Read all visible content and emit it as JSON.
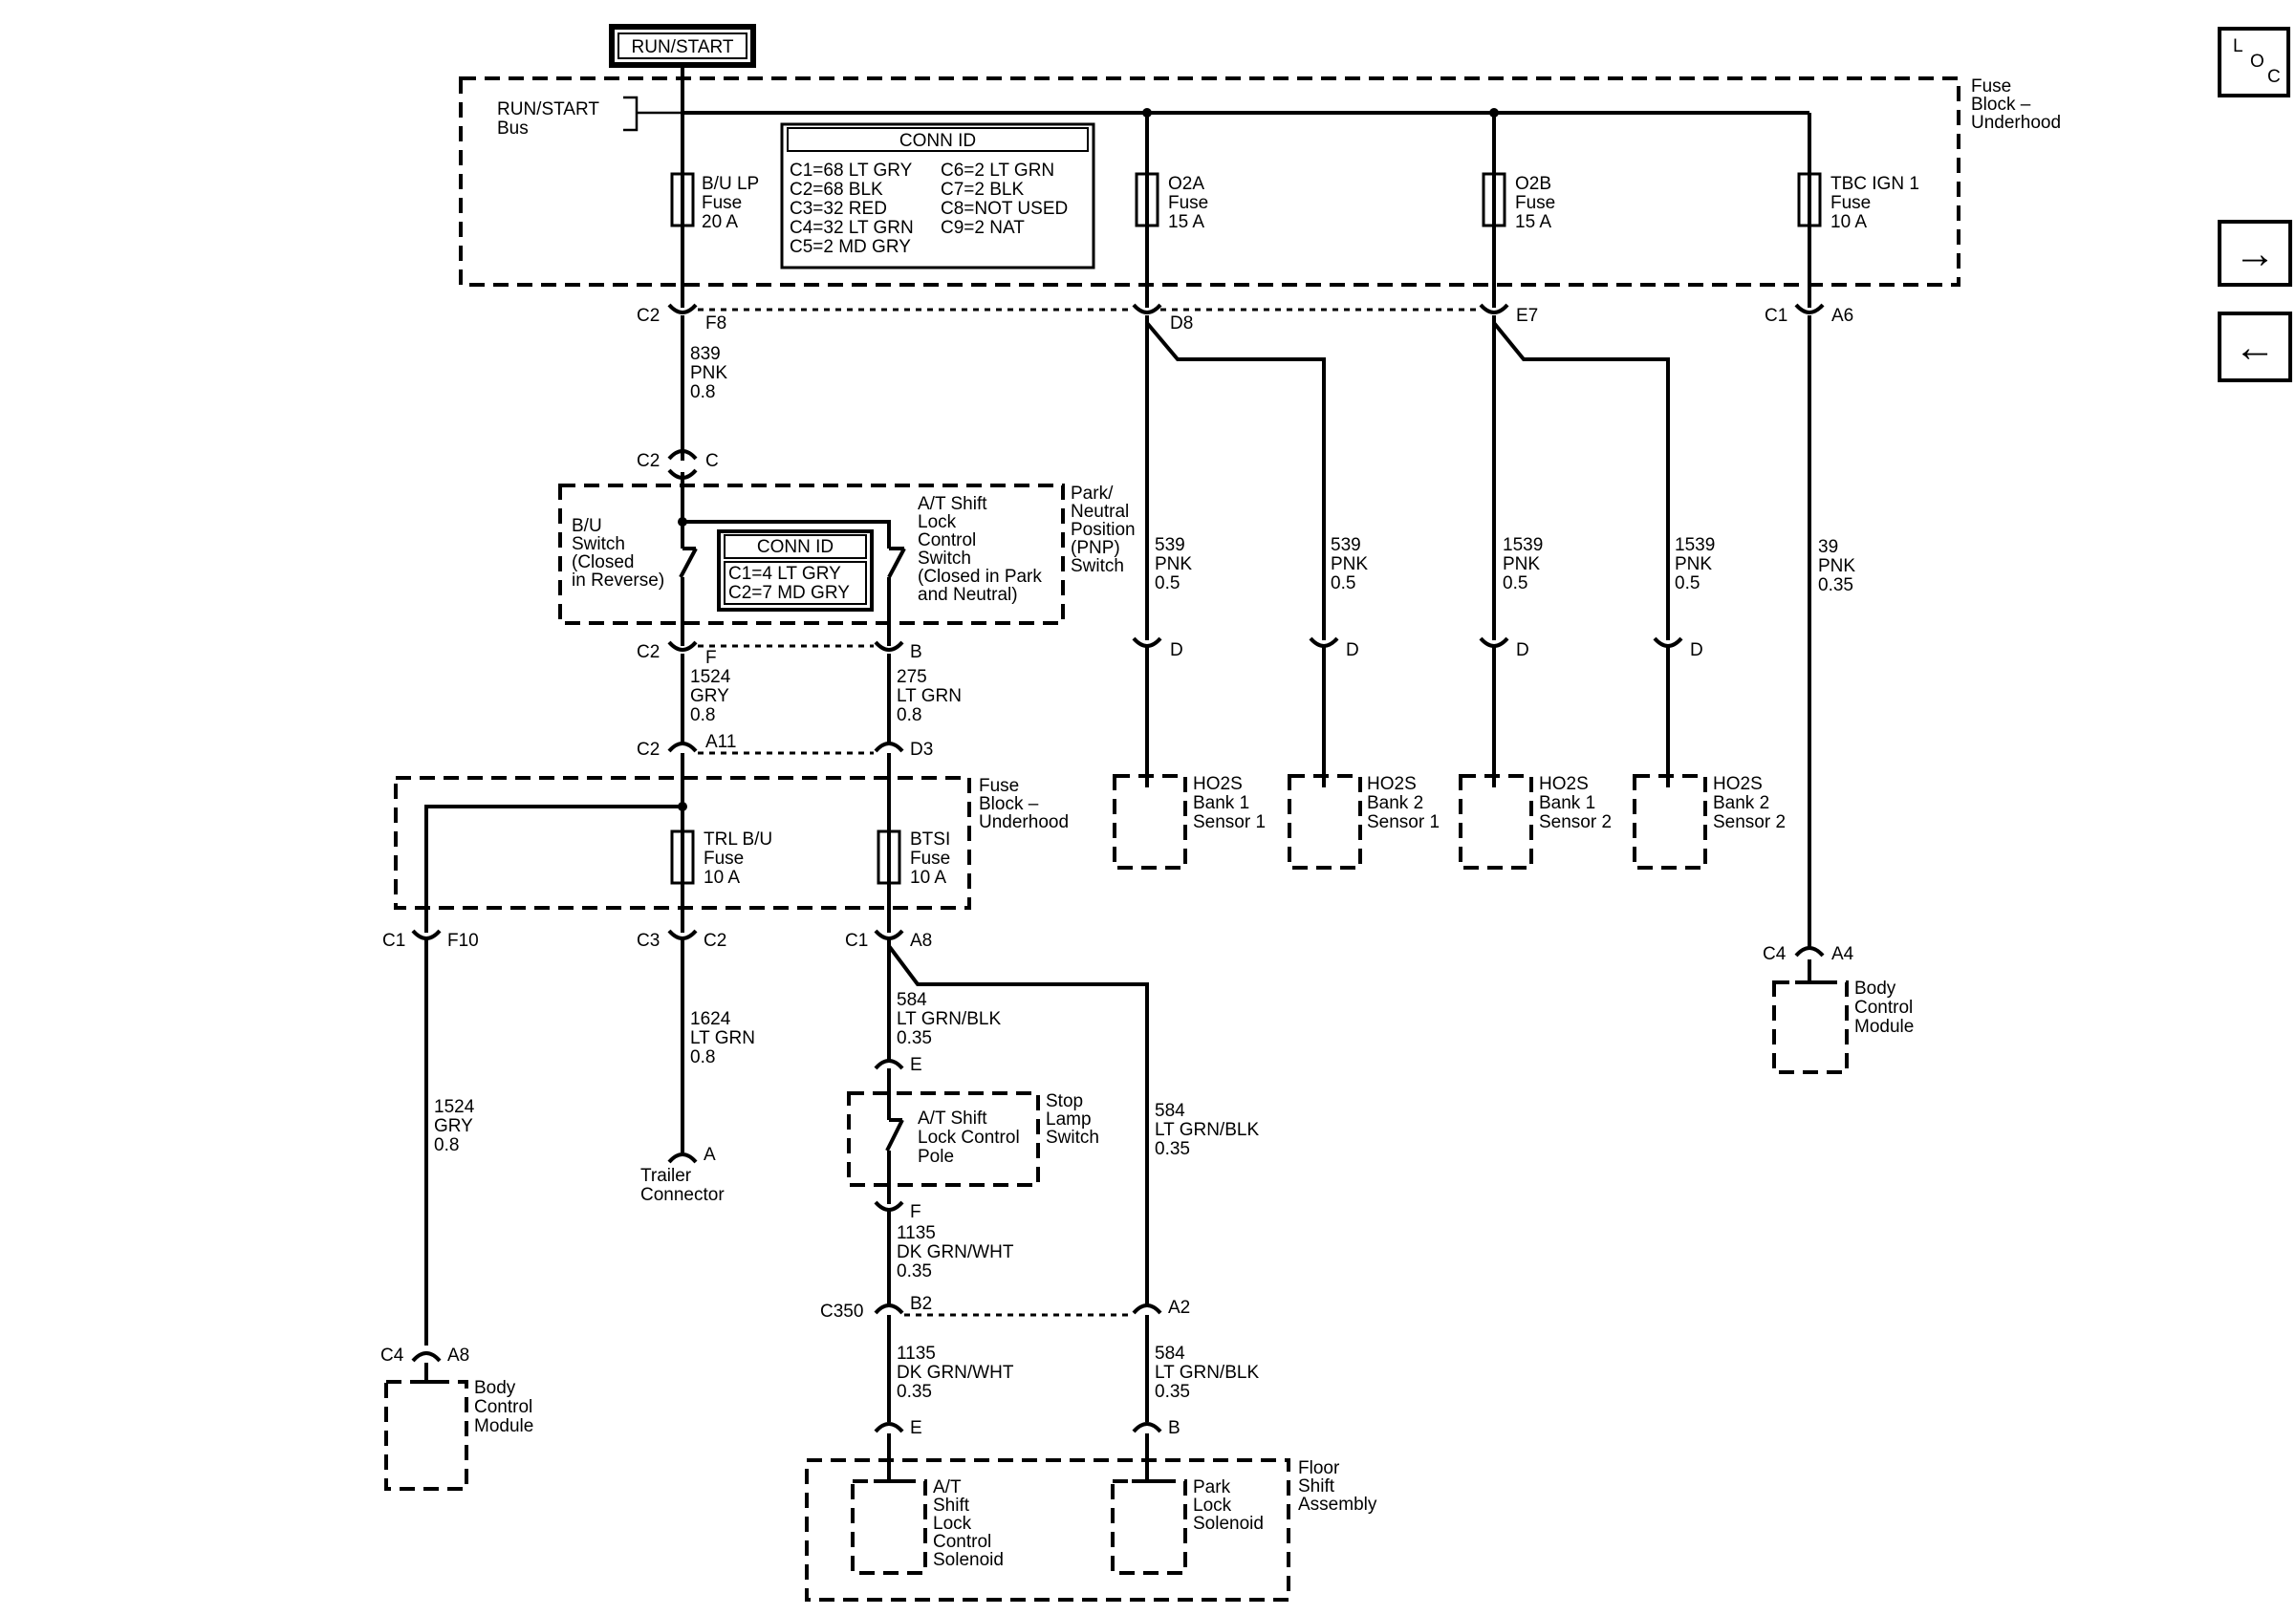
{
  "power_source": "RUN/START",
  "bus_label": [
    "RUN/START",
    "Bus"
  ],
  "fuse_block_top": [
    "Fuse",
    "Block –",
    "Underhood"
  ],
  "conn_id_top": {
    "title": "CONN ID",
    "col1": [
      "C1=68 LT GRY",
      "C2=68 BLK",
      "C3=32 RED",
      "C4=32 LT GRN",
      "C5=2 MD GRY"
    ],
    "col2": [
      "C6=2 LT GRN",
      "C7=2 BLK",
      "C8=NOT USED",
      "C9=2 NAT"
    ]
  },
  "fuses_top": [
    {
      "name": "B/U LP",
      "word": "Fuse",
      "rating": "20 A"
    },
    {
      "name": "O2A",
      "word": "Fuse",
      "rating": "15 A"
    },
    {
      "name": "O2B",
      "word": "Fuse",
      "rating": "15 A"
    },
    {
      "name": "TBC IGN 1",
      "word": "Fuse",
      "rating": "10 A"
    }
  ],
  "connectors": {
    "c2_f8": [
      "C2",
      "F8"
    ],
    "d8": "D8",
    "e7": "E7",
    "c1_a6": [
      "C1",
      "A6"
    ],
    "c2_c": [
      "C2",
      "C"
    ],
    "c2_f": [
      "C2",
      "F"
    ],
    "b": "B",
    "c2_a11": [
      "C2",
      "A11"
    ],
    "d3": "D3",
    "c1_f10": [
      "C1",
      "F10"
    ],
    "c3_c2": [
      "C3",
      "C2"
    ],
    "c1_a8": [
      "C1",
      "A8"
    ],
    "d": "D",
    "c4_a4": [
      "C4",
      "A4"
    ],
    "e": "E",
    "f": "F",
    "a": "A",
    "c350_b2": [
      "C350",
      "B2"
    ],
    "a2": "A2",
    "c4_a8": [
      "C4",
      "A8"
    ],
    "e2": "E",
    "b2": "B"
  },
  "wires": {
    "w839": [
      "839",
      "PNK",
      "0.8"
    ],
    "w539a": [
      "539",
      "PNK",
      "0.5"
    ],
    "w539b": [
      "539",
      "PNK",
      "0.5"
    ],
    "w1539a": [
      "1539",
      "PNK",
      "0.5"
    ],
    "w1539b": [
      "1539",
      "PNK",
      "0.5"
    ],
    "w39": [
      "39",
      "PNK",
      "0.35"
    ],
    "w1524a": [
      "1524",
      "GRY",
      "0.8"
    ],
    "w275": [
      "275",
      "LT GRN",
      "0.8"
    ],
    "w1624": [
      "1624",
      "LT GRN",
      "0.8"
    ],
    "w1524b": [
      "1524",
      "GRY",
      "0.8"
    ],
    "w584a": [
      "584",
      "LT GRN/BLK",
      "0.35"
    ],
    "w584b": [
      "584",
      "LT GRN/BLK",
      "0.35"
    ],
    "w584c": [
      "584",
      "LT GRN/BLK",
      "0.35"
    ],
    "w1135a": [
      "1135",
      "DK GRN/WHT",
      "0.35"
    ],
    "w1135b": [
      "1135",
      "DK GRN/WHT",
      "0.35"
    ]
  },
  "pnp_switch": {
    "label": [
      "Park/",
      "Neutral",
      "Position",
      "(PNP)",
      "Switch"
    ],
    "bu_switch": [
      "B/U",
      "Switch",
      "(Closed",
      "in Reverse)"
    ],
    "shift_switch": [
      "A/T Shift",
      "Lock",
      "Control",
      "Switch",
      "(Closed in Park",
      "and Neutral)"
    ],
    "conn_title": "CONN ID",
    "conn_rows": [
      "C1=4 LT GRY",
      "C2=7 MD GRY"
    ]
  },
  "sensors": [
    [
      "HO2S",
      "Bank 1",
      "Sensor 1"
    ],
    [
      "HO2S",
      "Bank 2",
      "Sensor 1"
    ],
    [
      "HO2S",
      "Bank 1",
      "Sensor 2"
    ],
    [
      "HO2S",
      "Bank 2",
      "Sensor 2"
    ]
  ],
  "fuse_block_mid": {
    "label": [
      "Fuse",
      "Block –",
      "Underhood"
    ],
    "trl": {
      "name": "TRL B/U",
      "word": "Fuse",
      "rating": "10 A"
    },
    "btsi": {
      "name": "BTSI",
      "word": "Fuse",
      "rating": "10 A"
    }
  },
  "bcm_right": [
    "Body",
    "Control",
    "Module"
  ],
  "bcm_left": [
    "Body",
    "Control",
    "Module"
  ],
  "trailer": [
    "Trailer",
    "Connector"
  ],
  "stop_lamp": {
    "label": [
      "Stop",
      "Lamp",
      "Switch"
    ],
    "pole": [
      "A/T Shift",
      "Lock Control",
      "Pole"
    ]
  },
  "floor_shift": {
    "label": [
      "Floor",
      "Shift",
      "Assembly"
    ],
    "solenoid1": [
      "A/T",
      "Shift",
      "Lock",
      "Control",
      "Solenoid"
    ],
    "solenoid2": [
      "Park",
      "Lock",
      "Solenoid"
    ]
  },
  "loc_button": {
    "l": "L",
    "o": "O",
    "c": "C"
  },
  "nav": {
    "forward": "→",
    "back": "←"
  }
}
